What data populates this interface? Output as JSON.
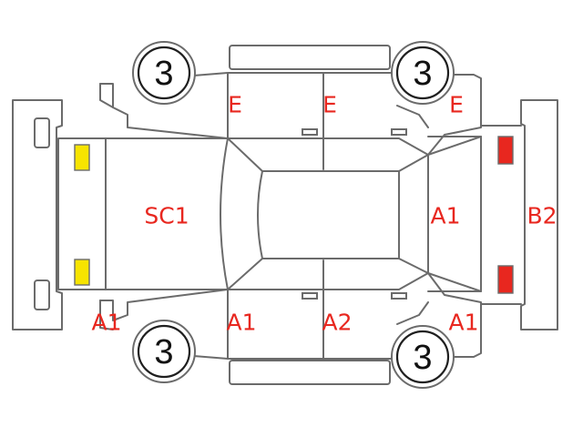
{
  "colors": {
    "outline": "#6b6b6b",
    "damage_text": "#e8271f",
    "front_lamp": "#f7e400",
    "rear_lamp": "#e8271f",
    "tire_number": "#111111"
  },
  "tires": {
    "front_left": "3",
    "rear_left": "3",
    "front_right": "3",
    "rear_right": "3"
  },
  "damage_labels": {
    "top_front_door": "E",
    "top_rear_door": "E",
    "top_rear_fender": "E",
    "hood": "SC1",
    "rear_glass": "A1",
    "rear_bumper": "B2",
    "bottom_front_bumper_corner": "A1",
    "bottom_front_fender": "A1",
    "bottom_front_door": "A2",
    "bottom_rear_fender": "A1"
  }
}
